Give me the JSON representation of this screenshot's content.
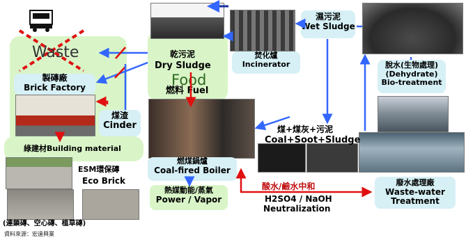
{
  "nodes": {
    "waste": "Waste",
    "food": "Food",
    "brick_factory": {
      "zh": "製磚廠",
      "en": "Brick Factory"
    },
    "dry_sludge": {
      "zh": "乾污泥",
      "en": "Dry Sludge"
    },
    "fuel": {
      "zh": "燃料",
      "en": "Fuel"
    },
    "incinerator": {
      "zh": "焚化爐",
      "en": "Incinerator"
    },
    "wet_sludge": {
      "zh": "濕污泥",
      "en": "Wet Sludge"
    },
    "dehydrate": {
      "zh": "脫水(生物處理)",
      "en1": "(Dehydrate)",
      "en2": "Bio-treatment"
    },
    "cinder": {
      "zh": "煤渣",
      "en": "Cinder"
    },
    "coal_mix": {
      "zh": "煤+煤灰+污泥",
      "en": "Coal+Soot+Sludge"
    },
    "building_material": {
      "zh": "綠建材",
      "en": "Building material"
    },
    "boiler": {
      "zh": "燃煤鍋爐",
      "en": "Coal-fired Boiler"
    },
    "esm_brick": {
      "zh": "ESM環保磚",
      "en": "Eco Brick"
    },
    "power": {
      "zh": "熱媒動能/蒸氣",
      "en": "Power / Vapor"
    },
    "neutralization": {
      "zh": "酸水/鹼水中和",
      "en1": "H2SO4 / NaOH",
      "en2": "Neutralization"
    },
    "wastewater": {
      "zh": "廢水處理廠",
      "en1": "Waste-water",
      "en2": "Treatment"
    }
  },
  "brick_types": "(連鎖磚、空心磚、植草磚)",
  "source": "資料來源：宏遠興業",
  "colors": {
    "blue_arrow": "#3366ff",
    "red_arrow": "#e01010",
    "box": "#d6f0f5",
    "green_area": "#d9f5c8",
    "neutral_text": "#c01010"
  },
  "icons": [
    "truck-icon",
    "cross-mark-icon"
  ]
}
